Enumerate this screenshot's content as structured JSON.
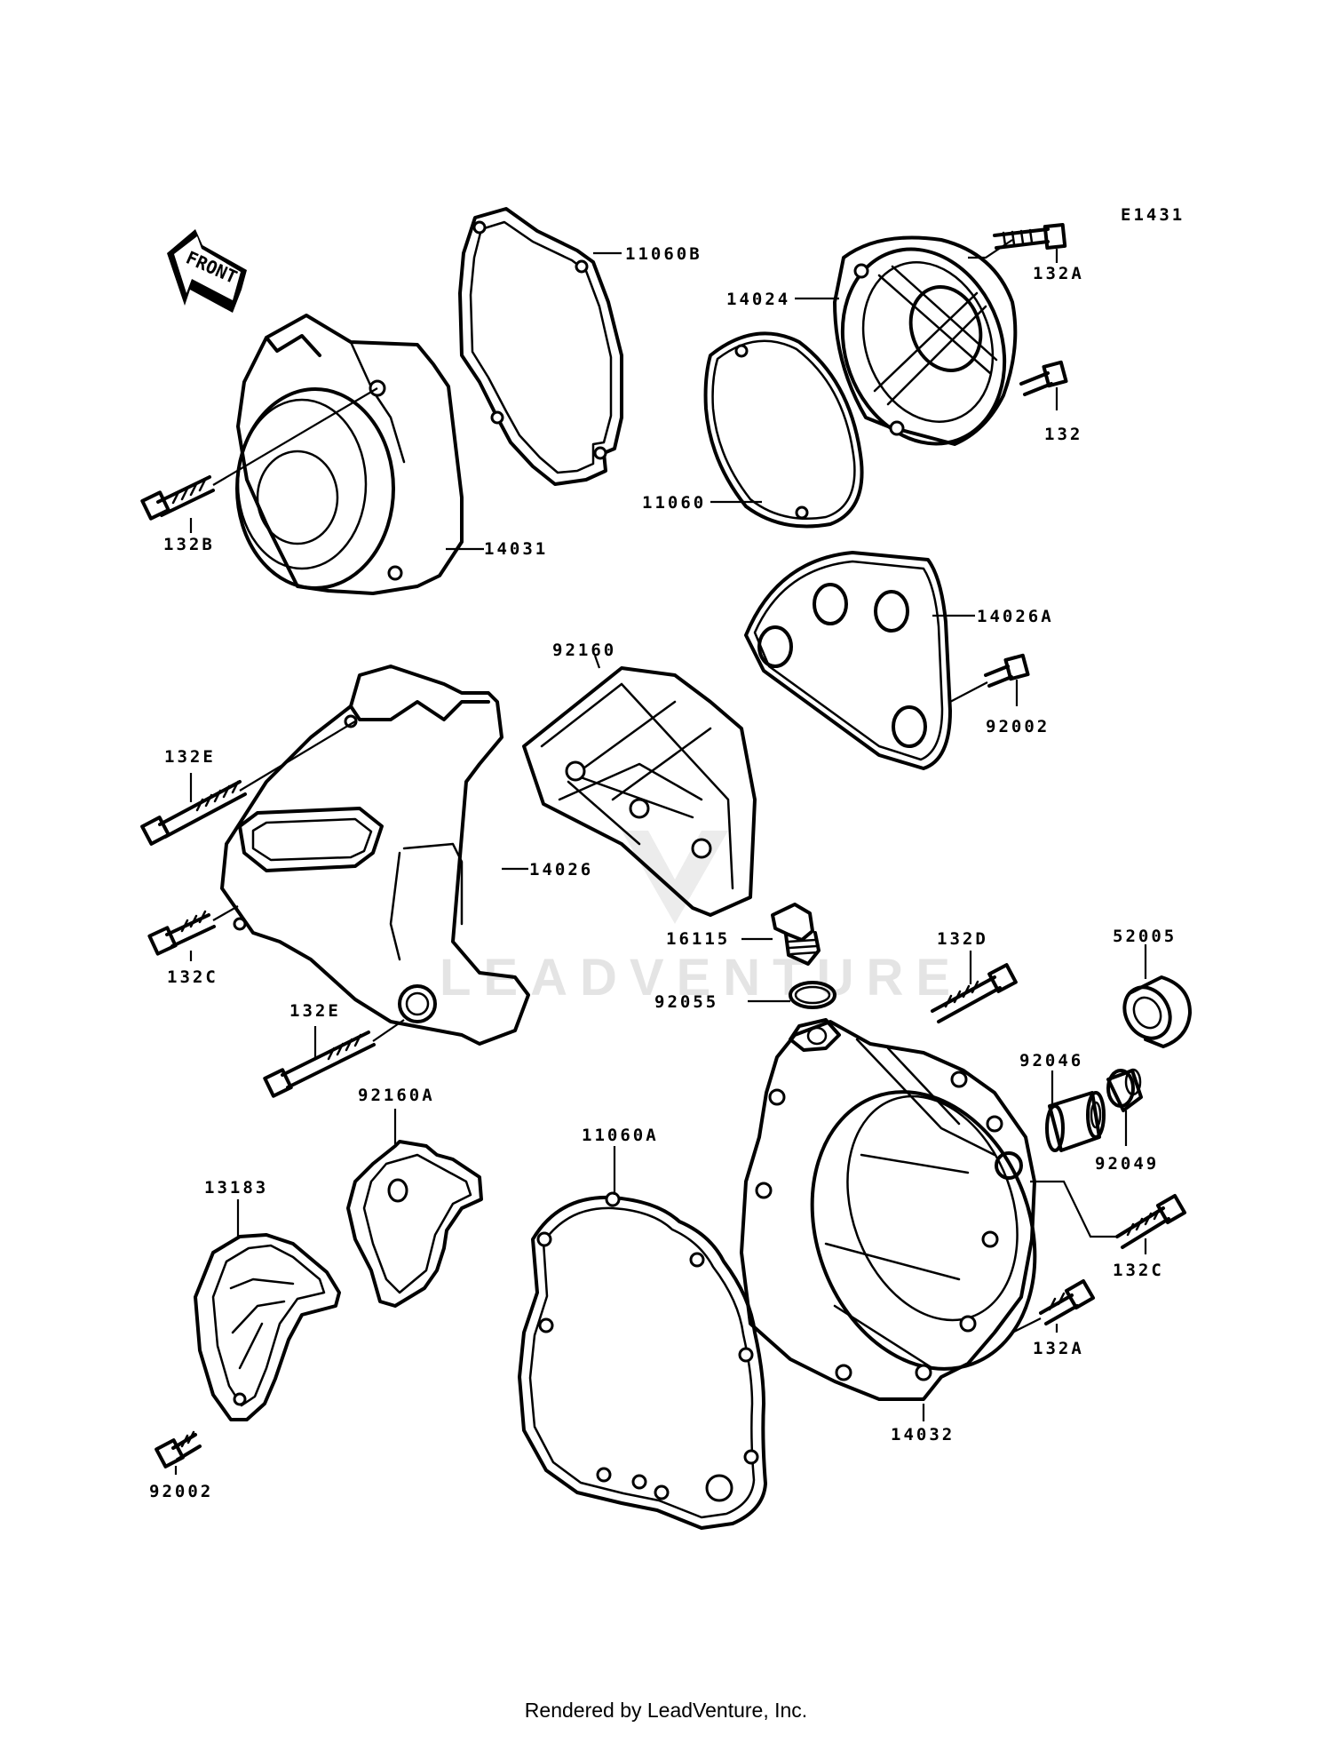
{
  "diagram_code": "E1431",
  "front_label": "FRONT",
  "watermark": "LEADVENTURE",
  "footer": "Rendered by LeadVenture, Inc.",
  "parts": {
    "p11060B": "11060B",
    "p14024": "14024",
    "p132A_top": "132A",
    "p132": "132",
    "p11060": "11060",
    "p132B": "132B",
    "p14031": "14031",
    "p14026A": "14026A",
    "p92160": "92160",
    "p92002_right": "92002",
    "p132E_upper": "132E",
    "p14026": "14026",
    "p132C_left": "132C",
    "p16115": "16115",
    "p132D": "132D",
    "p52005": "52005",
    "p92055": "92055",
    "p132E_lower": "132E",
    "p92046": "92046",
    "p92160A": "92160A",
    "p11060A": "11060A",
    "p13183": "13183",
    "p92049": "92049",
    "p132C_right": "132C",
    "p132A_bottom": "132A",
    "p14032": "14032",
    "p92002_left": "92002"
  }
}
